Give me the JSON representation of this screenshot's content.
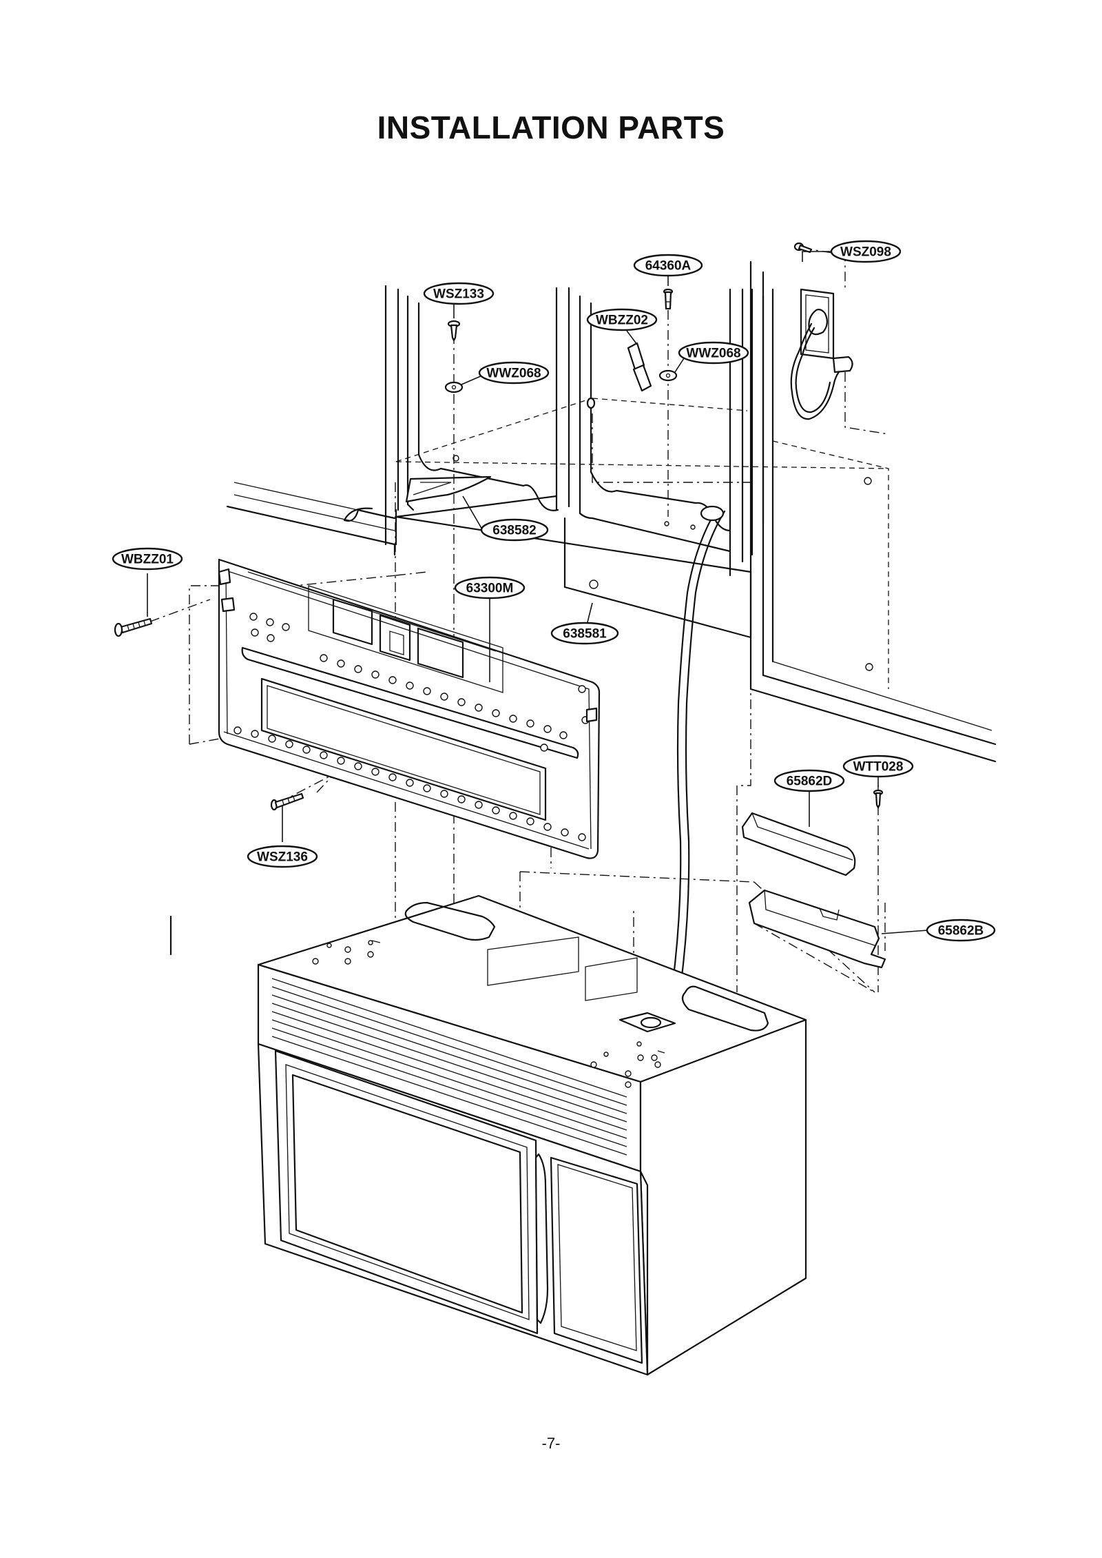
{
  "page": {
    "title": "INSTALLATION PARTS",
    "page_number": "-7-"
  },
  "callouts": {
    "wsz098": "WSZ098",
    "x64360a": "64360A",
    "wsz133": "WSZ133",
    "wbzz02": "WBZZ02",
    "wwz068_right": "WWZ068",
    "wwz068_left": "WWZ068",
    "x638582": "638582",
    "wbzz01": "WBZZ01",
    "x63300m": "63300M",
    "x638581": "638581",
    "wtt028": "WTT028",
    "x65862d": "65862D",
    "wsz136": "WSZ136",
    "x65862b": "65862B"
  }
}
